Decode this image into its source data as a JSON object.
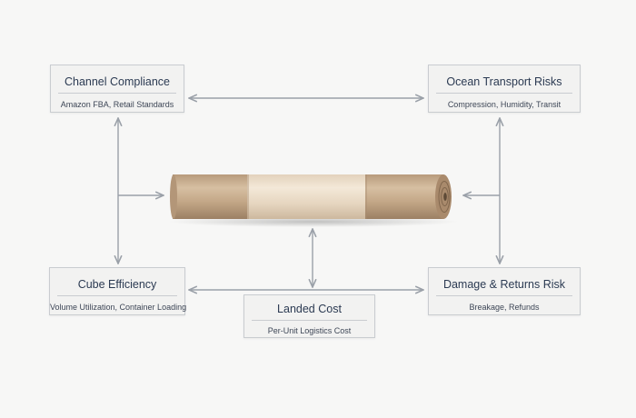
{
  "nodes": {
    "channel_compliance": {
      "title": "Channel Compliance",
      "subtitle": "Amazon FBA, Retail Standards"
    },
    "ocean_transport": {
      "title": "Ocean Transport Risks",
      "subtitle": "Compression, Humidity, Transit"
    },
    "cube_efficiency": {
      "title": "Cube Efficiency",
      "subtitle": "Volume Utilization, Container Loading"
    },
    "damage_returns": {
      "title": "Damage & Returns Risk",
      "subtitle": "Breakage, Refunds"
    },
    "landed_cost": {
      "title": "Landed Cost",
      "subtitle": "Per-Unit Logistics Cost"
    }
  },
  "colors": {
    "arrow": "#9aa0a8",
    "box_border": "#c9ccd0",
    "box_fill": "#f2f2f1",
    "text": "#2b3a52",
    "tube_kraft": "#c8ae90",
    "tube_cream": "#eadbc6"
  },
  "center_image": "rolled-kraft-paper-tube"
}
